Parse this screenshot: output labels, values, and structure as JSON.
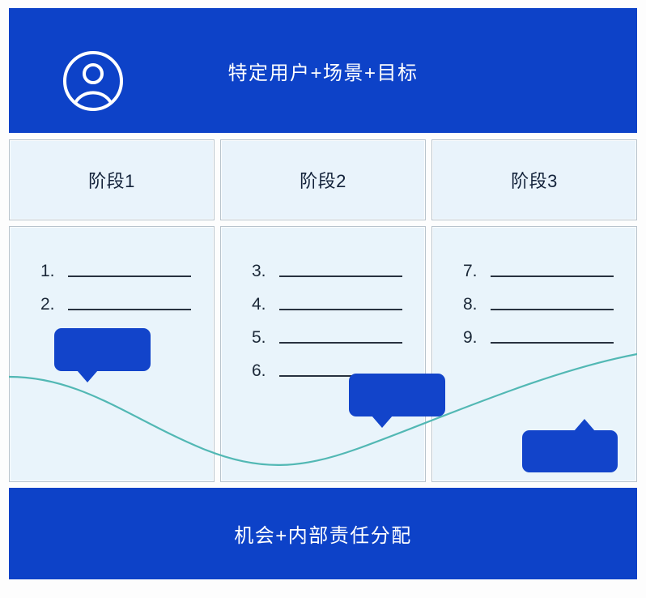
{
  "banner": {
    "icon": "user-circle-icon",
    "title": "特定用户+场景+目标"
  },
  "stages": [
    {
      "label": "阶段1"
    },
    {
      "label": "阶段2"
    },
    {
      "label": "阶段3"
    }
  ],
  "columns": [
    {
      "items": [
        {
          "num": "1."
        },
        {
          "num": "2."
        }
      ]
    },
    {
      "items": [
        {
          "num": "3."
        },
        {
          "num": "4."
        },
        {
          "num": "5."
        },
        {
          "num": "6."
        }
      ]
    },
    {
      "items": [
        {
          "num": "7."
        },
        {
          "num": "8."
        },
        {
          "num": "9."
        }
      ]
    }
  ],
  "bubbles": [
    {
      "name": "callout-bubble-1",
      "tail": "down",
      "label": ""
    },
    {
      "name": "callout-bubble-2",
      "tail": "down",
      "label": ""
    },
    {
      "name": "callout-bubble-3",
      "tail": "up",
      "label": ""
    }
  ],
  "curve": {
    "name": "emotion-journey-curve",
    "color": "#52b8b4"
  },
  "footer": {
    "title": "机会+内部责任分配"
  },
  "colors": {
    "banner_blue": "#0d42c8",
    "bubble_blue": "#1244ca",
    "card_bg": "#e9f4fb",
    "card_border": "#b9c4cd",
    "curve_teal": "#52b8b4",
    "text_dark": "#13223a",
    "text_light": "#ffffff"
  }
}
